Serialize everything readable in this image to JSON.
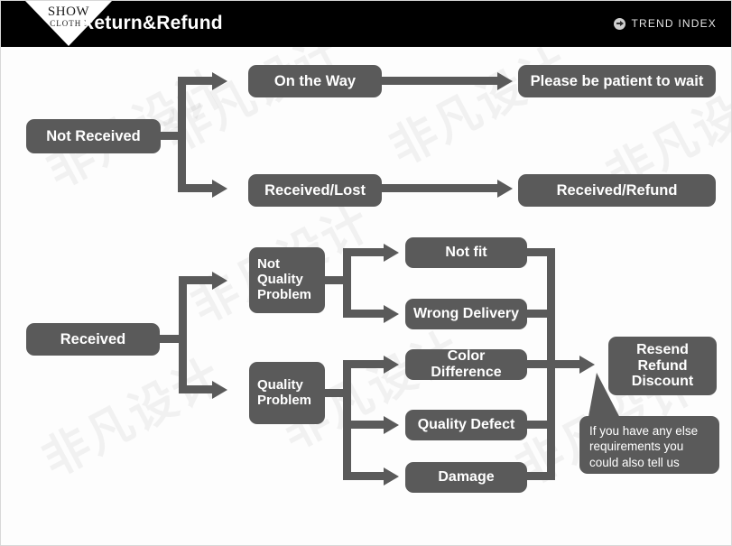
{
  "header": {
    "logo_line1": "SHOW",
    "logo_line2": "CLOTHE",
    "title": "Return&Refund",
    "brand": "TREND INDEX",
    "brand_icon": "circle-arrow-icon",
    "background_color": "#000000",
    "title_color": "#ffffff"
  },
  "theme": {
    "node_color": "#5a5a5a",
    "node_text_color": "#ffffff",
    "page_background": "#ffffff",
    "connector_color": "#5a5a5a"
  },
  "watermarks": [
    "非凡设计",
    "非凡设计",
    "非凡设计",
    "非凡设计",
    "非凡设计",
    "非凡设计",
    "非凡设计",
    "非凡设计"
  ],
  "flow": {
    "branch_not_received": {
      "root": "Not Received",
      "children": [
        {
          "label": "On the Way",
          "outcome": "Please be patient to wait"
        },
        {
          "label": "Received/Lost",
          "outcome": "Received/Refund"
        }
      ]
    },
    "branch_received": {
      "root": "Received",
      "groups": [
        {
          "label": "Not Quality Problem",
          "label_lines": [
            "Not",
            "Quality",
            "Problem"
          ],
          "reasons": [
            "Not fit",
            "Wrong Delivery"
          ]
        },
        {
          "label": "Quality Problem",
          "label_lines": [
            "Quality",
            "Problem"
          ],
          "reasons": [
            "Color Difference",
            "Quality Defect",
            "Damage"
          ]
        }
      ],
      "resolution": {
        "label_lines": [
          "Resend",
          "Refund",
          "Discount"
        ]
      },
      "callout": "If you have any else requirements you could also tell us"
    }
  }
}
